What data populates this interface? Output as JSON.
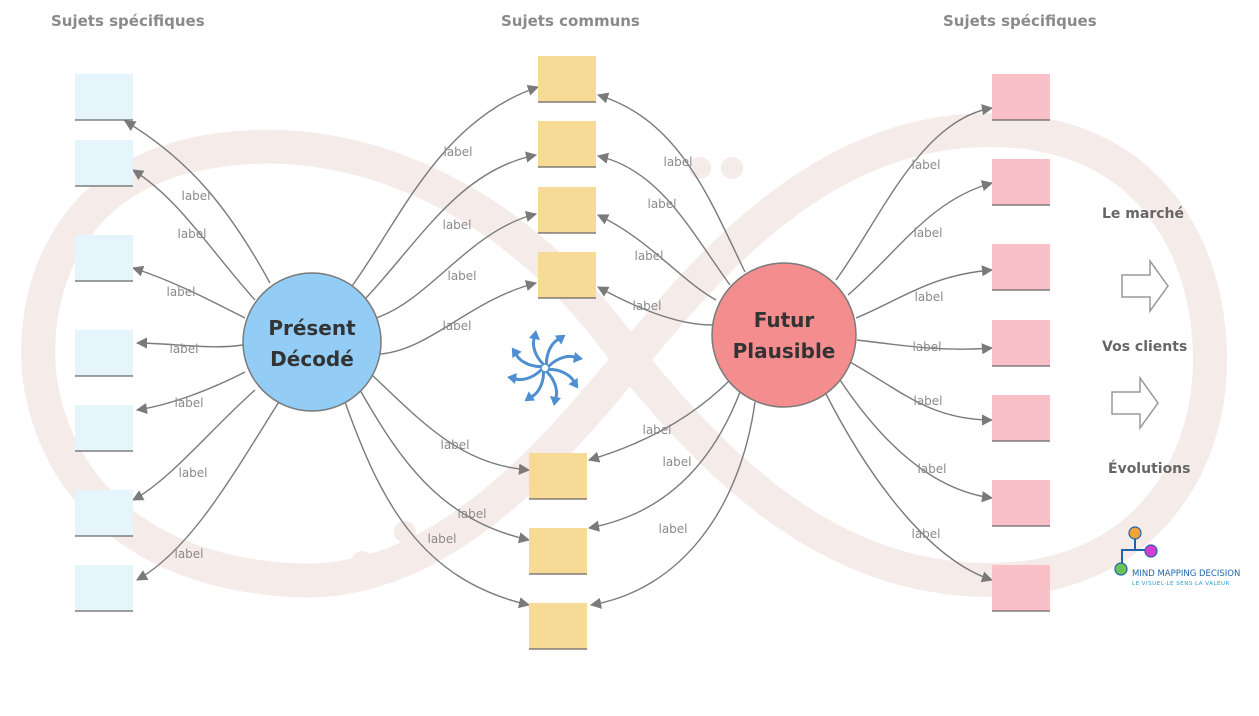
{
  "columns": {
    "left_title": "Sujets spécifiques",
    "center_title": "Sujets communs",
    "right_title": "Sujets spécifiques"
  },
  "hubs": {
    "present": {
      "line1": "Présent",
      "line2": "Décodé",
      "color": "#93cdf5"
    },
    "futur": {
      "line1": "Futur",
      "line2": "Plausible",
      "color": "#f48d8d"
    }
  },
  "connector_label": "label",
  "node_colors": {
    "left": "#e6f4fc",
    "center": "#f6da95",
    "right": "#f9c0c8"
  },
  "sidebar": {
    "item1": "Le marché",
    "item2": "Vos clients",
    "item3": "Évolutions"
  },
  "logo": {
    "title": "MIND MAPPING DECISION",
    "subtitle": "LE VISUEL·LE SENS·LA VALEUR"
  }
}
